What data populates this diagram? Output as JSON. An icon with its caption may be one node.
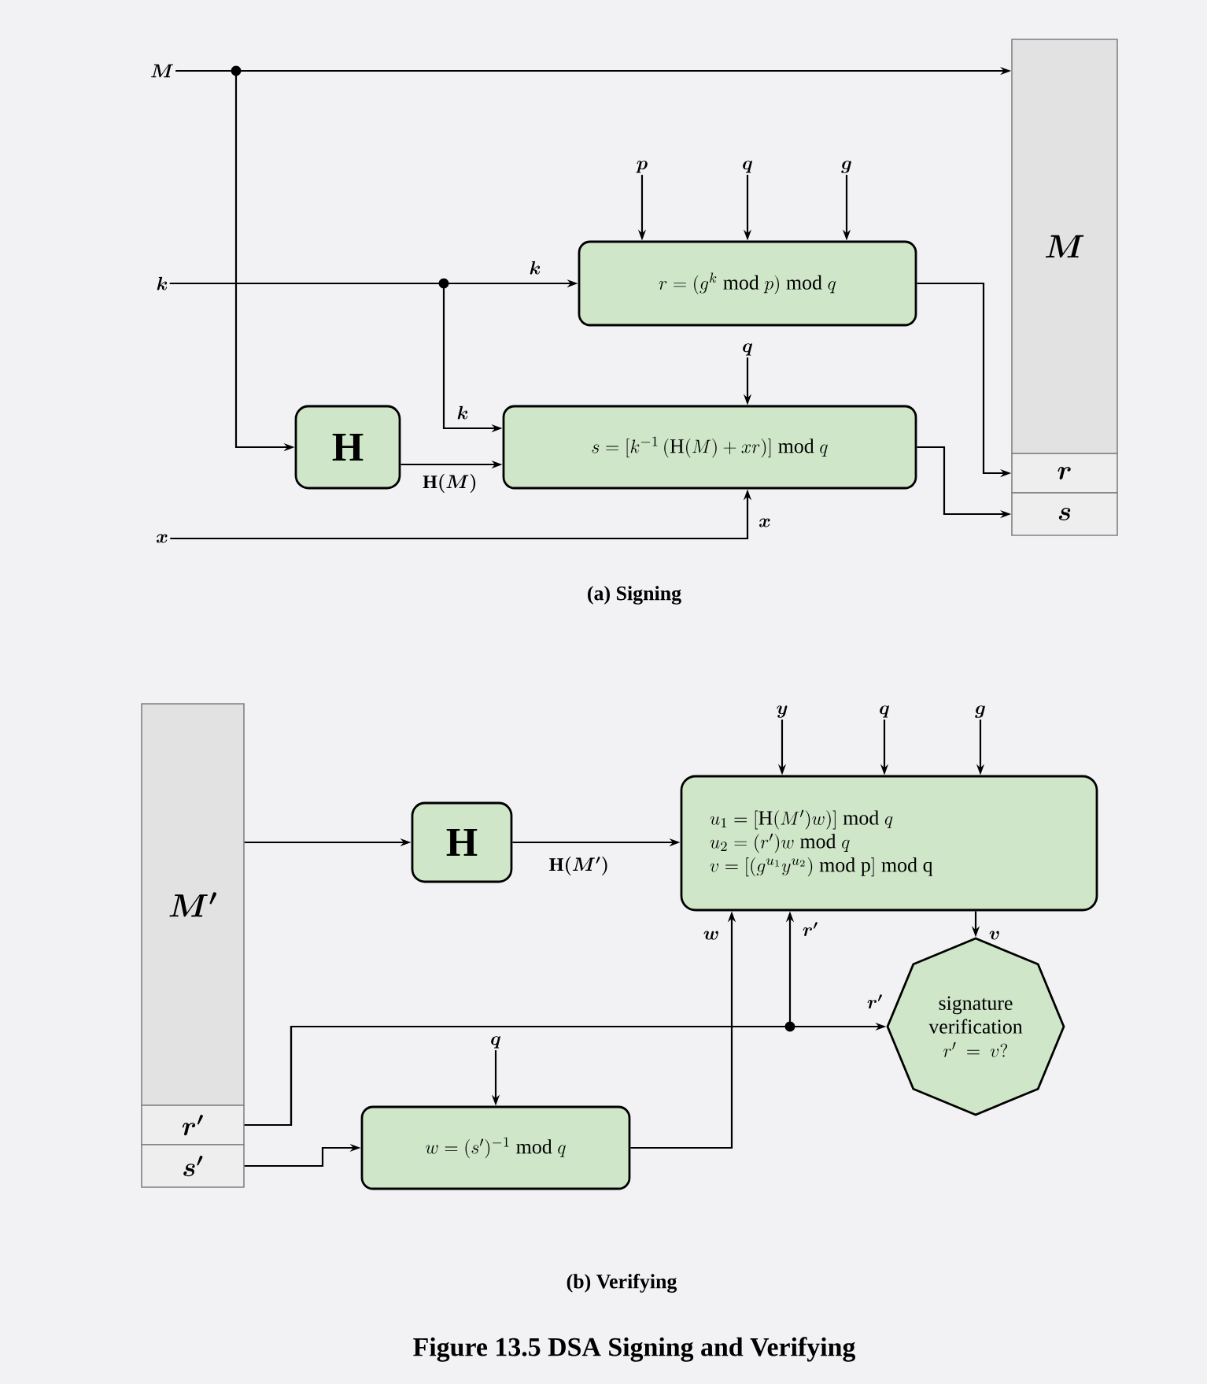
{
  "diagram": {
    "caption": "Figure 13.5 DSA Signing and Verifying",
    "nodes": [
      {
        "text": [
          "M"
        ]
      },
      {
        "text": [
          "k"
        ]
      },
      {
        "text": [
          "x"
        ]
      },
      {
        "text": [
          "p"
        ]
      },
      {
        "text": [
          "q"
        ]
      },
      {
        "text": [
          "g"
        ]
      },
      {
        "text": [
          "q"
        ]
      },
      {
        "text": [
          "r = (g^{k} \\bmod p) \\bmod q"
        ]
      },
      {
        "text": [
          "H"
        ]
      },
      {
        "text": [
          "s = [k^{-1}\\,(\\mathrm{H}(M) + xr)] \\bmod q"
        ]
      },
      {
        "text": [
          "M"
        ]
      },
      {
        "text": [
          "r"
        ]
      },
      {
        "text": [
          "s"
        ]
      },
      {
        "text": [
          "M'"
        ]
      },
      {
        "text": [
          "r'"
        ]
      },
      {
        "text": [
          "s'"
        ]
      },
      {
        "text": [
          "H"
        ]
      },
      {
        "text": [
          "y"
        ]
      },
      {
        "text": [
          "q"
        ]
      },
      {
        "text": [
          "g"
        ]
      },
      {
        "text": [
          "u_1 = [\\mathrm{H}(M')w)] \\bmod q",
          "u_2 = (r')w \\bmod q",
          "v = [(g^{u_1}y^{u_2}) \\bmod \\mathrm{p}] \\bmod \\mathrm{q}"
        ]
      },
      {
        "text": [
          "q"
        ]
      },
      {
        "text": [
          "signature verification",
          "r' = v?"
        ]
      },
      {
        "text": [
          "w = (s')^{-1} \\bmod q"
        ]
      }
    ],
    "edges": [
      {
        "from": 0,
        "to": 10,
        "arrow": "to"
      },
      {
        "from": 0,
        "to": 8,
        "arrow": "to"
      },
      {
        "from": 1,
        "to": 7,
        "arrow": "to",
        "label": "k"
      },
      {
        "from": 1,
        "to": 9,
        "arrow": "to",
        "label": "k"
      },
      {
        "from": 3,
        "to": 7,
        "arrow": "to"
      },
      {
        "from": 4,
        "to": 7,
        "arrow": "to"
      },
      {
        "from": 5,
        "to": 7,
        "arrow": "to"
      },
      {
        "from": 6,
        "to": 9,
        "arrow": "to"
      },
      {
        "from": 8,
        "to": 9,
        "arrow": "to",
        "label": "\\mathrm{H}(M)"
      },
      {
        "from": 2,
        "to": 9,
        "arrow": "to",
        "label": "x"
      },
      {
        "from": 7,
        "to": 11,
        "arrow": "to"
      },
      {
        "from": 9,
        "to": 12,
        "arrow": "to"
      },
      {
        "from": 13,
        "to": 16,
        "arrow": "to"
      },
      {
        "from": 16,
        "to": 20,
        "arrow": "to",
        "label": "\\mathrm{H}(M')"
      },
      {
        "from": 17,
        "to": 20,
        "arrow": "to"
      },
      {
        "from": 18,
        "to": 20,
        "arrow": "to"
      },
      {
        "from": 19,
        "to": 20,
        "arrow": "to"
      },
      {
        "from": 20,
        "to": 22,
        "arrow": "to",
        "label": "v"
      },
      {
        "from": 21,
        "to": 23,
        "arrow": "to"
      },
      {
        "from": 15,
        "to": 23,
        "arrow": "to"
      },
      {
        "from": 23,
        "to": 20,
        "arrow": "to",
        "label": "w"
      },
      {
        "from": 14,
        "to": 20,
        "arrow": "to",
        "label": "r'"
      },
      {
        "from": 14,
        "to": 22,
        "arrow": "to",
        "label": "r'"
      }
    ],
    "labels": [
      "(a) Signing",
      "(b) Verifying"
    ]
  }
}
